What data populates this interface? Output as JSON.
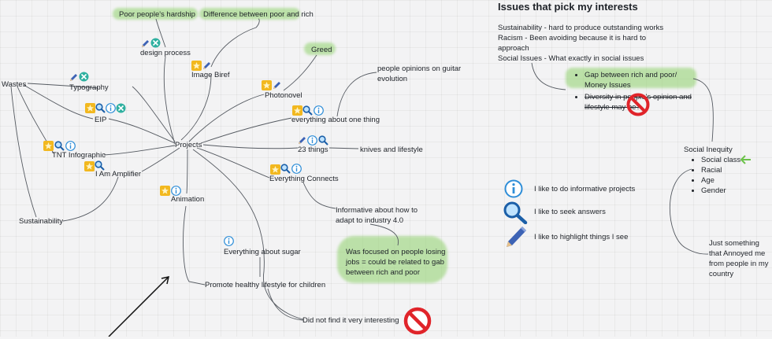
{
  "colors": {
    "line": "#555a61",
    "highlight": "#8fd16b",
    "star": "#f2b81f",
    "info": "#2f8ed8",
    "magnifier": "#1b5fa8",
    "pencil": "#3d63b5",
    "tool": "#2fb0a0",
    "forbidden": "#e0242a"
  },
  "mindmap": {
    "center": "Projects",
    "nodes": {
      "poor_hardship": "Poor people's hardship",
      "poor_rich": "Difference between poor and rich",
      "design_process": "design process",
      "image_brief": "Image Biref",
      "greed": "Greed",
      "photonovel": "Photonovel",
      "guitar": "people opinions on guitar evolution",
      "wastes": "Wastes",
      "typography": "Typography",
      "eip": "EIP",
      "everything_one": "everything about one thing",
      "things23": "23 things",
      "knives": "knives and lifestyle",
      "tnt": "TNT Infographic",
      "amplifier": "I Am Amplifier",
      "connects": "Everything Connects",
      "animation": "Animation",
      "sustainability": "Sustainability",
      "industry": "Informative about how to adapt to industry 4.0",
      "jobs": "Was focused on people losing jobs = could be related to gab between rich and poor",
      "sugar": "Everything about sugar",
      "healthy": "Promote healthy lifestyle for children",
      "not_interesting": "Did not find it very interesting"
    }
  },
  "issues": {
    "title": "Issues that pick my interests",
    "lines": [
      "Sustainability - hard to produce outstanding works",
      "Racism - Been avoiding because it is hard to approach",
      "Social Issues - What exactly in social issues"
    ],
    "bullets": [
      "Gap between rich and poor/ Money Issues",
      "Diversity in people's opinion and lifestyle may be?"
    ],
    "inequity": {
      "title": "Social Inequity",
      "items": [
        "Social class",
        "Racial",
        "Age",
        "Gender"
      ]
    },
    "note": "Just something that Annoyed me from people in my country"
  },
  "legend": [
    {
      "icon": "info-icon",
      "text": "I like to do informative projects"
    },
    {
      "icon": "magnifier-icon",
      "text": "I like to seek answers"
    },
    {
      "icon": "pencil-icon",
      "text": "I like to highlight things I see"
    }
  ]
}
